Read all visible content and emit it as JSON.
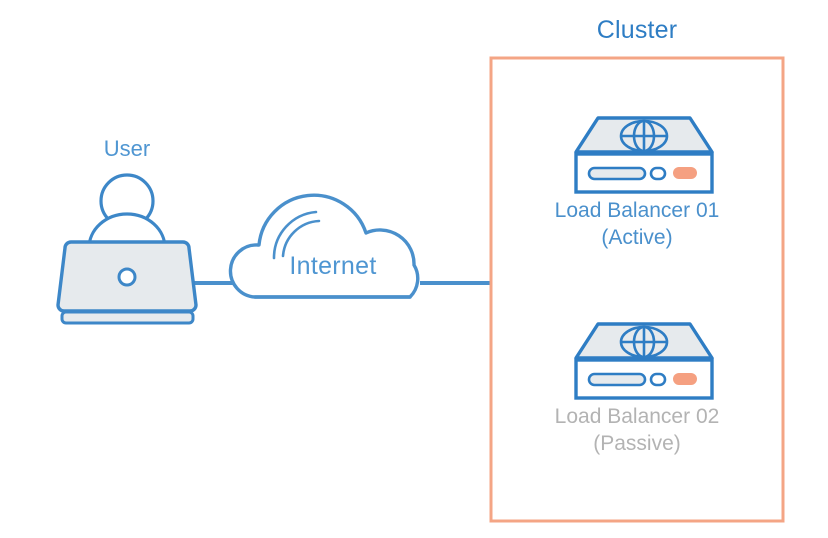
{
  "diagram": {
    "title_visible": false,
    "type": "network-architecture-diagram",
    "background_color": "#ffffff"
  },
  "colors": {
    "primary_blue": "#2e7dc4",
    "line_blue": "#4a90cc",
    "label_blue": "#4f96d2",
    "cluster_orange": "#f4a585",
    "led_orange": "#f5a081",
    "device_fill": "#e6eaed",
    "passive_gray": "#b3b3b3",
    "white": "#ffffff"
  },
  "nodes": {
    "user": {
      "label": "User",
      "icon": "user-laptop-icon"
    },
    "internet": {
      "label": "Internet",
      "icon": "cloud-icon"
    },
    "cluster": {
      "label": "Cluster",
      "border_color": "#f4a585",
      "members": [
        {
          "id": "lb01",
          "name": "Load Balancer 01",
          "state": "(Active)",
          "icon": "server-globe-icon",
          "text_color": "#4a90cc"
        },
        {
          "id": "lb02",
          "name": "Load Balancer 02",
          "state": "(Passive)",
          "icon": "server-globe-icon",
          "text_color": "#b3b3b3"
        }
      ]
    }
  },
  "connections": [
    {
      "from": "user",
      "to": "internet",
      "style": "solid",
      "color": "#4a90cc"
    },
    {
      "from": "internet",
      "to": "cluster",
      "style": "solid",
      "color": "#4a90cc"
    }
  ]
}
